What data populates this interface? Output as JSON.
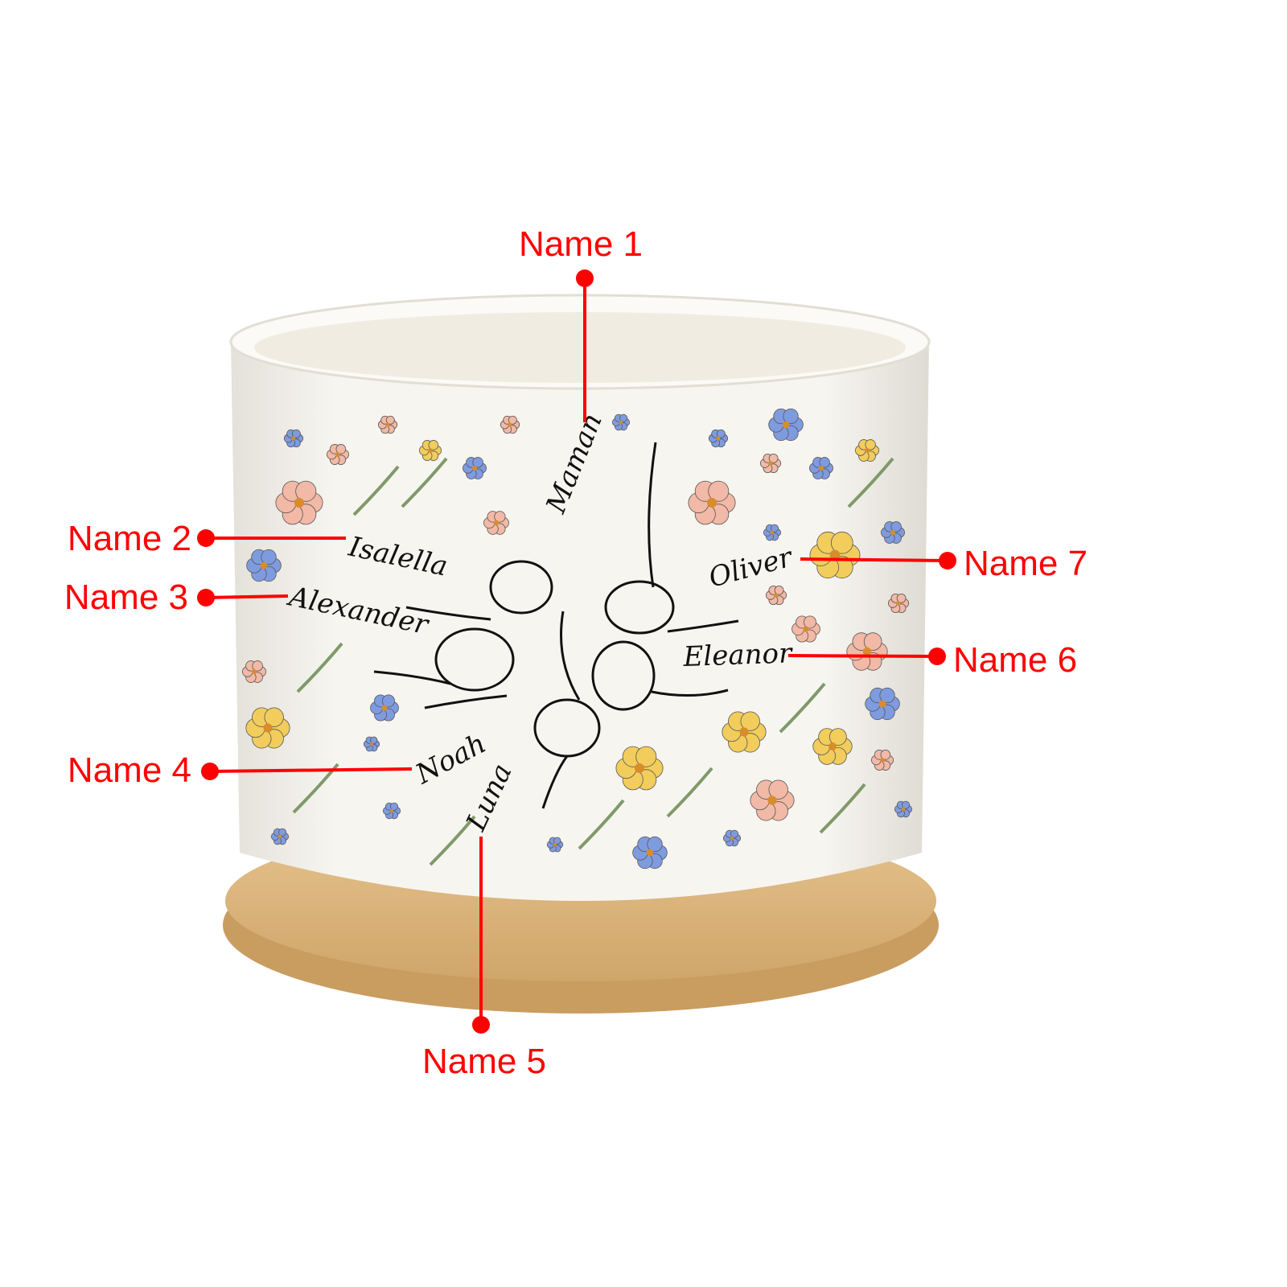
{
  "annotation_color": "#ff0000",
  "callouts": [
    {
      "label": "Name 1",
      "name": "Maman"
    },
    {
      "label": "Name 2",
      "name": "Isalella"
    },
    {
      "label": "Name 3",
      "name": "Alexander"
    },
    {
      "label": "Name 4",
      "name": "Noah"
    },
    {
      "label": "Name 5",
      "name": "Luna"
    },
    {
      "label": "Name 6",
      "name": "Eleanor"
    },
    {
      "label": "Name 7",
      "name": "Oliver"
    }
  ],
  "product": {
    "pot_color": "#f4f2ec",
    "saucer_color": "#dcb57c"
  }
}
